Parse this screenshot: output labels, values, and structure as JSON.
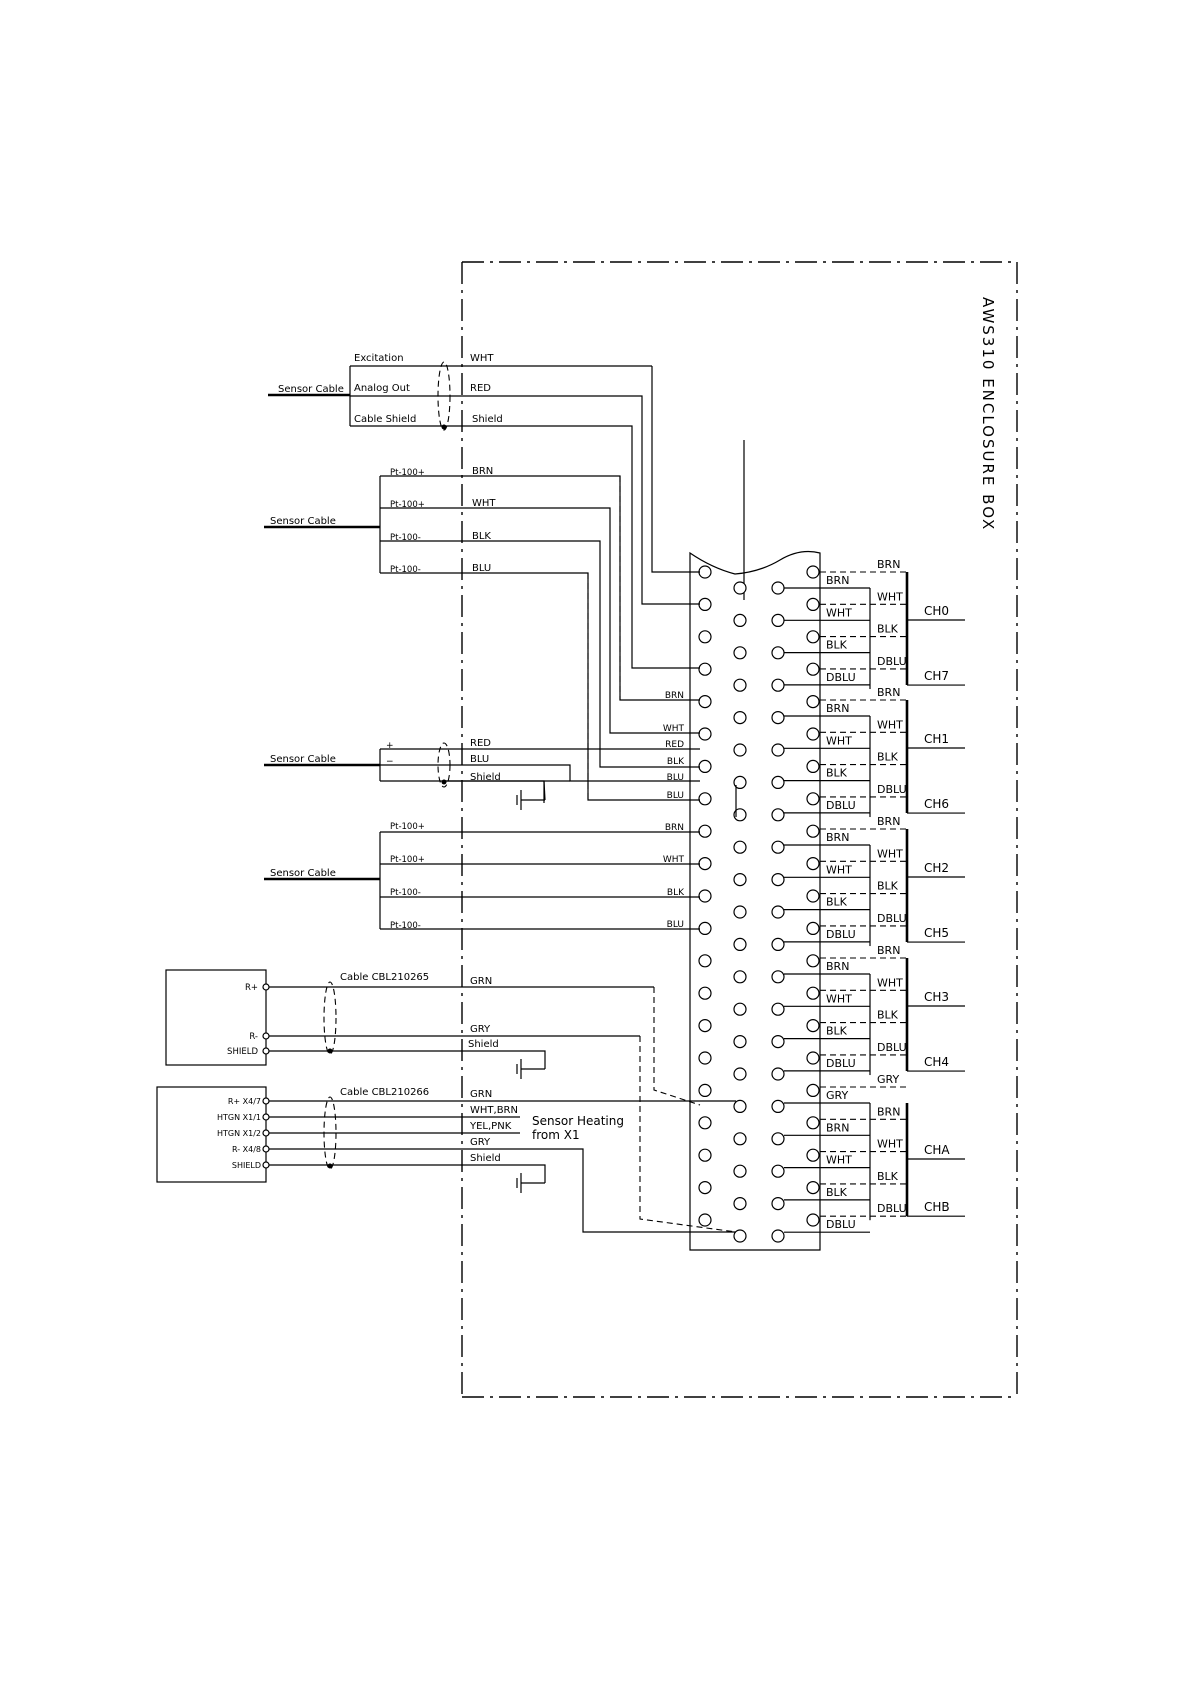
{
  "enclosure_title": "AWS310 ENCLOSURE BOX",
  "cables": {
    "cable_1": {
      "name": "Sensor Cable",
      "signals": [
        "Excitation",
        "Analog Out",
        "Cable Shield"
      ],
      "wires": [
        "WHT",
        "RED",
        "Shield"
      ]
    },
    "cable_2": {
      "name": "Sensor Cable",
      "signals": [
        "Pt-100+",
        "Pt-100+",
        "Pt-100-",
        "Pt-100-"
      ],
      "wires": [
        "BRN",
        "WHT",
        "BLK",
        "BLU"
      ]
    },
    "cable_3": {
      "name": "Sensor Cable",
      "signals": [
        "+",
        "−"
      ],
      "wires": [
        "RED",
        "BLU",
        "Shield"
      ]
    },
    "cable_4": {
      "name": "Sensor Cable",
      "signals": [
        "Pt-100+",
        "Pt-100+",
        "Pt-100-",
        "Pt-100-"
      ]
    },
    "cable_5": {
      "name": "Cable CBL210265",
      "pins": [
        "R+",
        "R-",
        "SHIELD"
      ],
      "wires": [
        "GRN",
        "GRY",
        "Shield"
      ]
    },
    "cable_6": {
      "name": "Cable CBL210266",
      "pins": [
        "R+ X4/7",
        "HTGN X1/1",
        "HTGN X1/2",
        "R- X4/8",
        "SHIELD"
      ],
      "wires": [
        "GRN",
        "WHT,BRN",
        "YEL,PNK",
        "GRY",
        "Shield"
      ],
      "note": [
        "Sensor Heating",
        "from X1"
      ]
    }
  },
  "terminal_labels": [
    "BRN",
    "WHT",
    "RED",
    "BLK",
    "BLU",
    "BLU",
    "BRN",
    "WHT",
    "BLK",
    "BLU"
  ],
  "group_wires": {
    "left": [
      "BRN",
      "WHT",
      "BLK",
      "DBLU"
    ],
    "right": [
      "BRN",
      "WHT",
      "BLK",
      "DBLU"
    ],
    "left_last": [
      "GRY",
      "BRN",
      "WHT",
      "BLK",
      "DBLU"
    ],
    "right_last": [
      "GRY",
      "BRN",
      "WHT",
      "BLK",
      "DBLU"
    ]
  },
  "channels": [
    "CH0",
    "CH7",
    "CH1",
    "CH6",
    "CH2",
    "CH5",
    "CH3",
    "CH4",
    "CHA",
    "CHB"
  ]
}
